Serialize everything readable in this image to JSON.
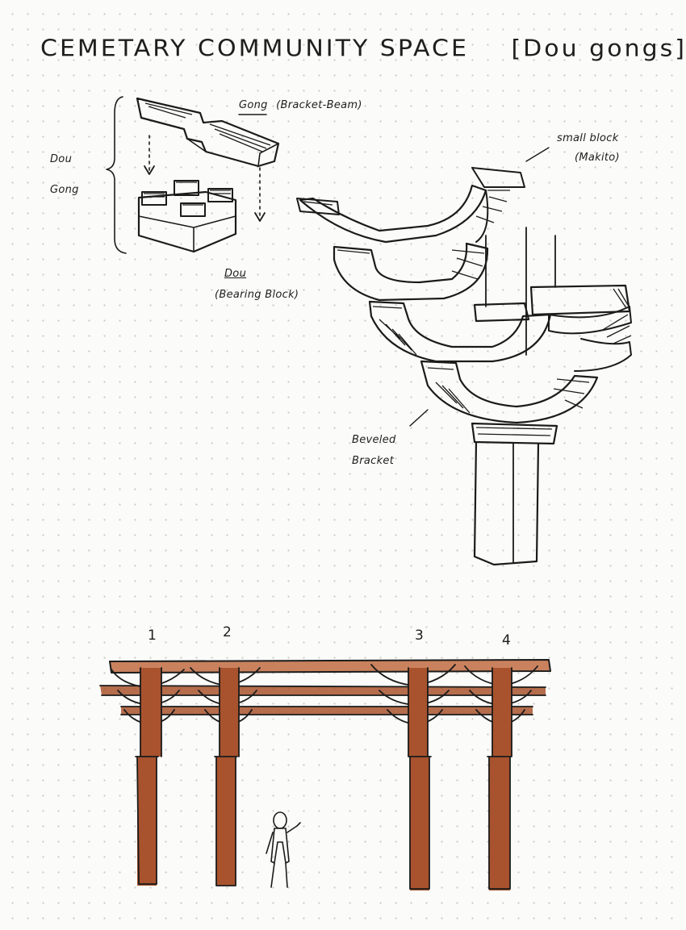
{
  "title": "CEMETARY COMMUNITY SPACE",
  "subtitle": "[Dou gongs]",
  "labels": {
    "gong_name": "Gong",
    "gong_desc": "(Bracket-Beam)",
    "dou_gong_line1": "Dou",
    "dou_gong_line2": "Gong",
    "dou_name": "Dou",
    "dou_desc": "(Bearing Block)",
    "small_block_line1": "small block",
    "small_block_line2": "(Makito)",
    "beveled_line1": "Beveled",
    "beveled_line2": "Bracket"
  },
  "column_numbers": [
    "1",
    "2",
    "3",
    "4"
  ],
  "colors": {
    "ink": "#1b1b1b",
    "wood": "#a8532e",
    "paper": "#fbfbf9"
  }
}
